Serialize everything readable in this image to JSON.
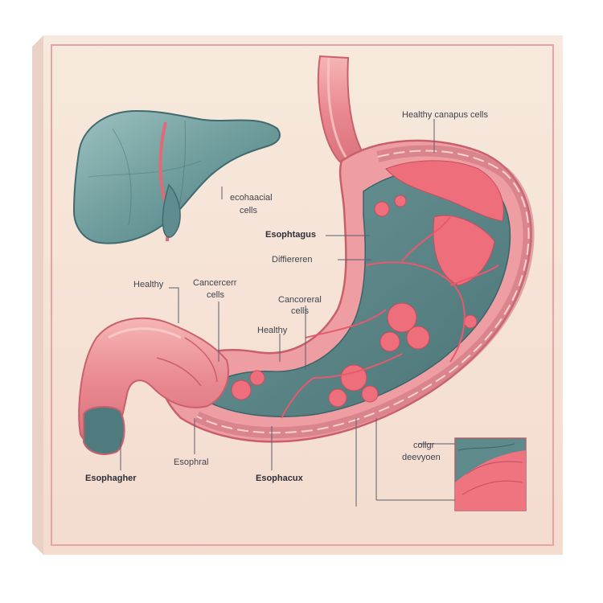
{
  "labels": {
    "healthy_top": "Healthy canapus cells",
    "liver_label_1": "ecohaacial",
    "liver_label_2": "cells",
    "esophagus_mid": "Esophtagus",
    "difference": "Diffiereren",
    "healthy_left": "Healthy",
    "cancer_left_1": "Cancercerr",
    "cancer_left_2": "cells",
    "cancer_mid_1": "Cancoreral",
    "cancer_mid_2": "cells",
    "healthy_mid": "Healthy",
    "esophagher": "Esophagher",
    "esophral": "Esophral",
    "esophacux": "Esophacux",
    "inset_1": "collgr",
    "inset_2": "deevyoen"
  },
  "colors": {
    "frame": "#f8e6dc",
    "frame_border": "#e7a3a5",
    "stomach_wall": "#ec9b9f",
    "tissue_healthy": "#5c8a8c",
    "tissue_cancer": "#ee6f7b",
    "liver": "#6e9b9c"
  }
}
